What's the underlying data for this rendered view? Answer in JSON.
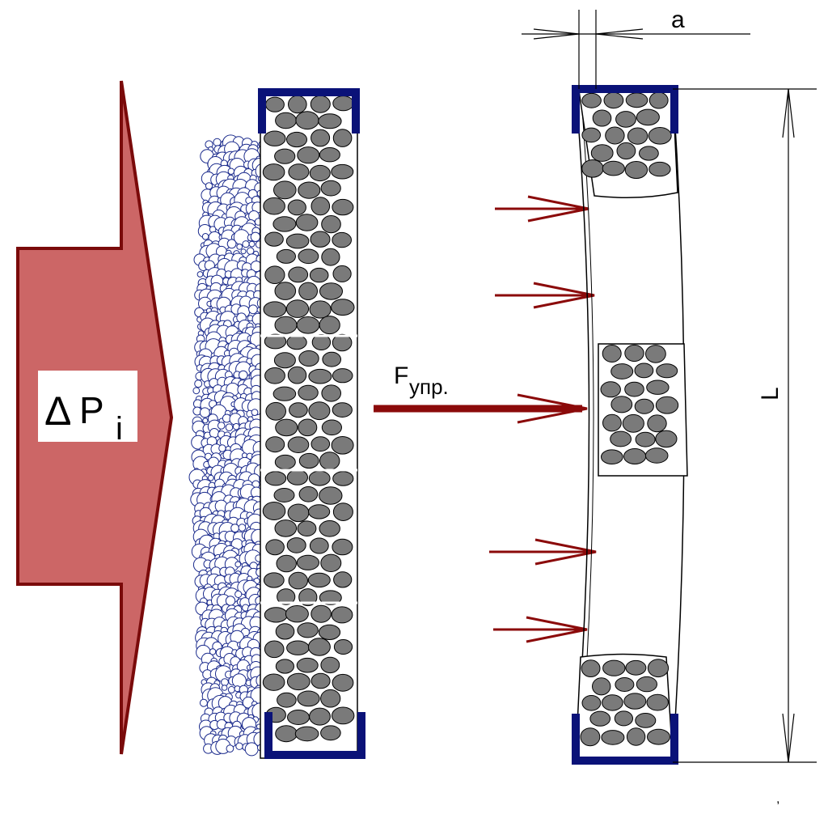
{
  "labels": {
    "delta_symbol": "Δ",
    "pressure_letter": "P",
    "pressure_subscript": "i",
    "force_letter": "F",
    "force_subscript": "упр.",
    "thickness": "a",
    "length": "L"
  },
  "colors": {
    "big_arrow_fill": "#cc6666",
    "big_arrow_stroke": "#7a0a0a",
    "force_arrow": "#8b0a0a",
    "frame_blue": "#0a1278",
    "pebble_fill": "#7a7a7a",
    "pebble_stroke": "#000000",
    "bubble_stroke": "#1a2a8c",
    "line": "#000000"
  },
  "icons": {
    "big_arrow": "pressure-arrow-icon",
    "small_arrows": "force-arrow-icon"
  }
}
